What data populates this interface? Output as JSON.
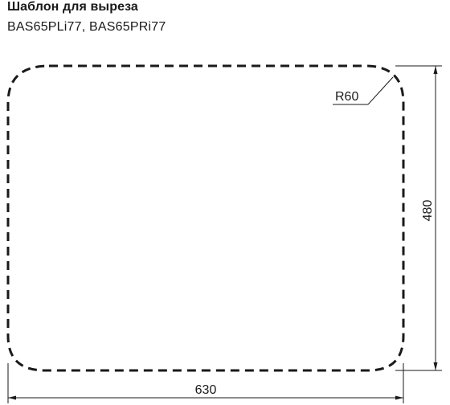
{
  "header": {
    "title": "Шаблон для выреза",
    "subtitle": "BAS65PLi77, BAS65PRi77"
  },
  "template": {
    "width_label": "630",
    "height_label": "480",
    "radius_label": "R60"
  }
}
